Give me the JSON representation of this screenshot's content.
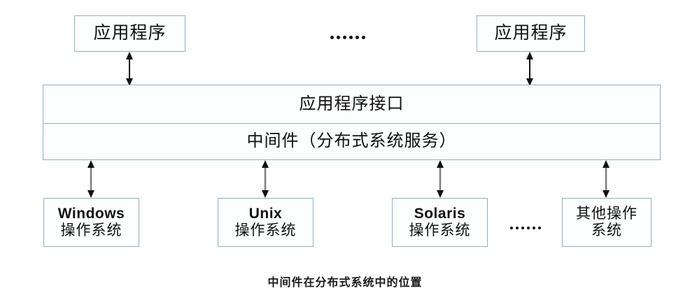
{
  "diagram": {
    "caption": "中间件在分布式系统中的位置",
    "colors": {
      "box_border": "#8fb0c2",
      "box_fill": "#fdfefe",
      "arrow": "#6e6e6e",
      "text": "#101010"
    },
    "top_row": {
      "left_app": "应用程序",
      "right_app": "应用程序",
      "ellipsis": "……"
    },
    "bands": [
      {
        "label": "应用程序接口"
      },
      {
        "label": "中间件（分布式系统服务）"
      }
    ],
    "os_row": {
      "ellipsis": "……",
      "items": [
        {
          "name": "Windows",
          "sub": "操作系统",
          "latin": true
        },
        {
          "name": "Unix",
          "sub": "操作系统",
          "latin": true
        },
        {
          "name": "Solaris",
          "sub": "操作系统",
          "latin": true
        },
        {
          "name": "其他操作",
          "sub": "系统",
          "latin": false
        }
      ]
    },
    "connectors": {
      "top_left": "double-arrow",
      "top_right": "double-arrow",
      "os_windows": "double-arrow",
      "os_unix": "double-arrow",
      "os_solaris": "double-arrow",
      "os_other": "double-arrow"
    }
  }
}
